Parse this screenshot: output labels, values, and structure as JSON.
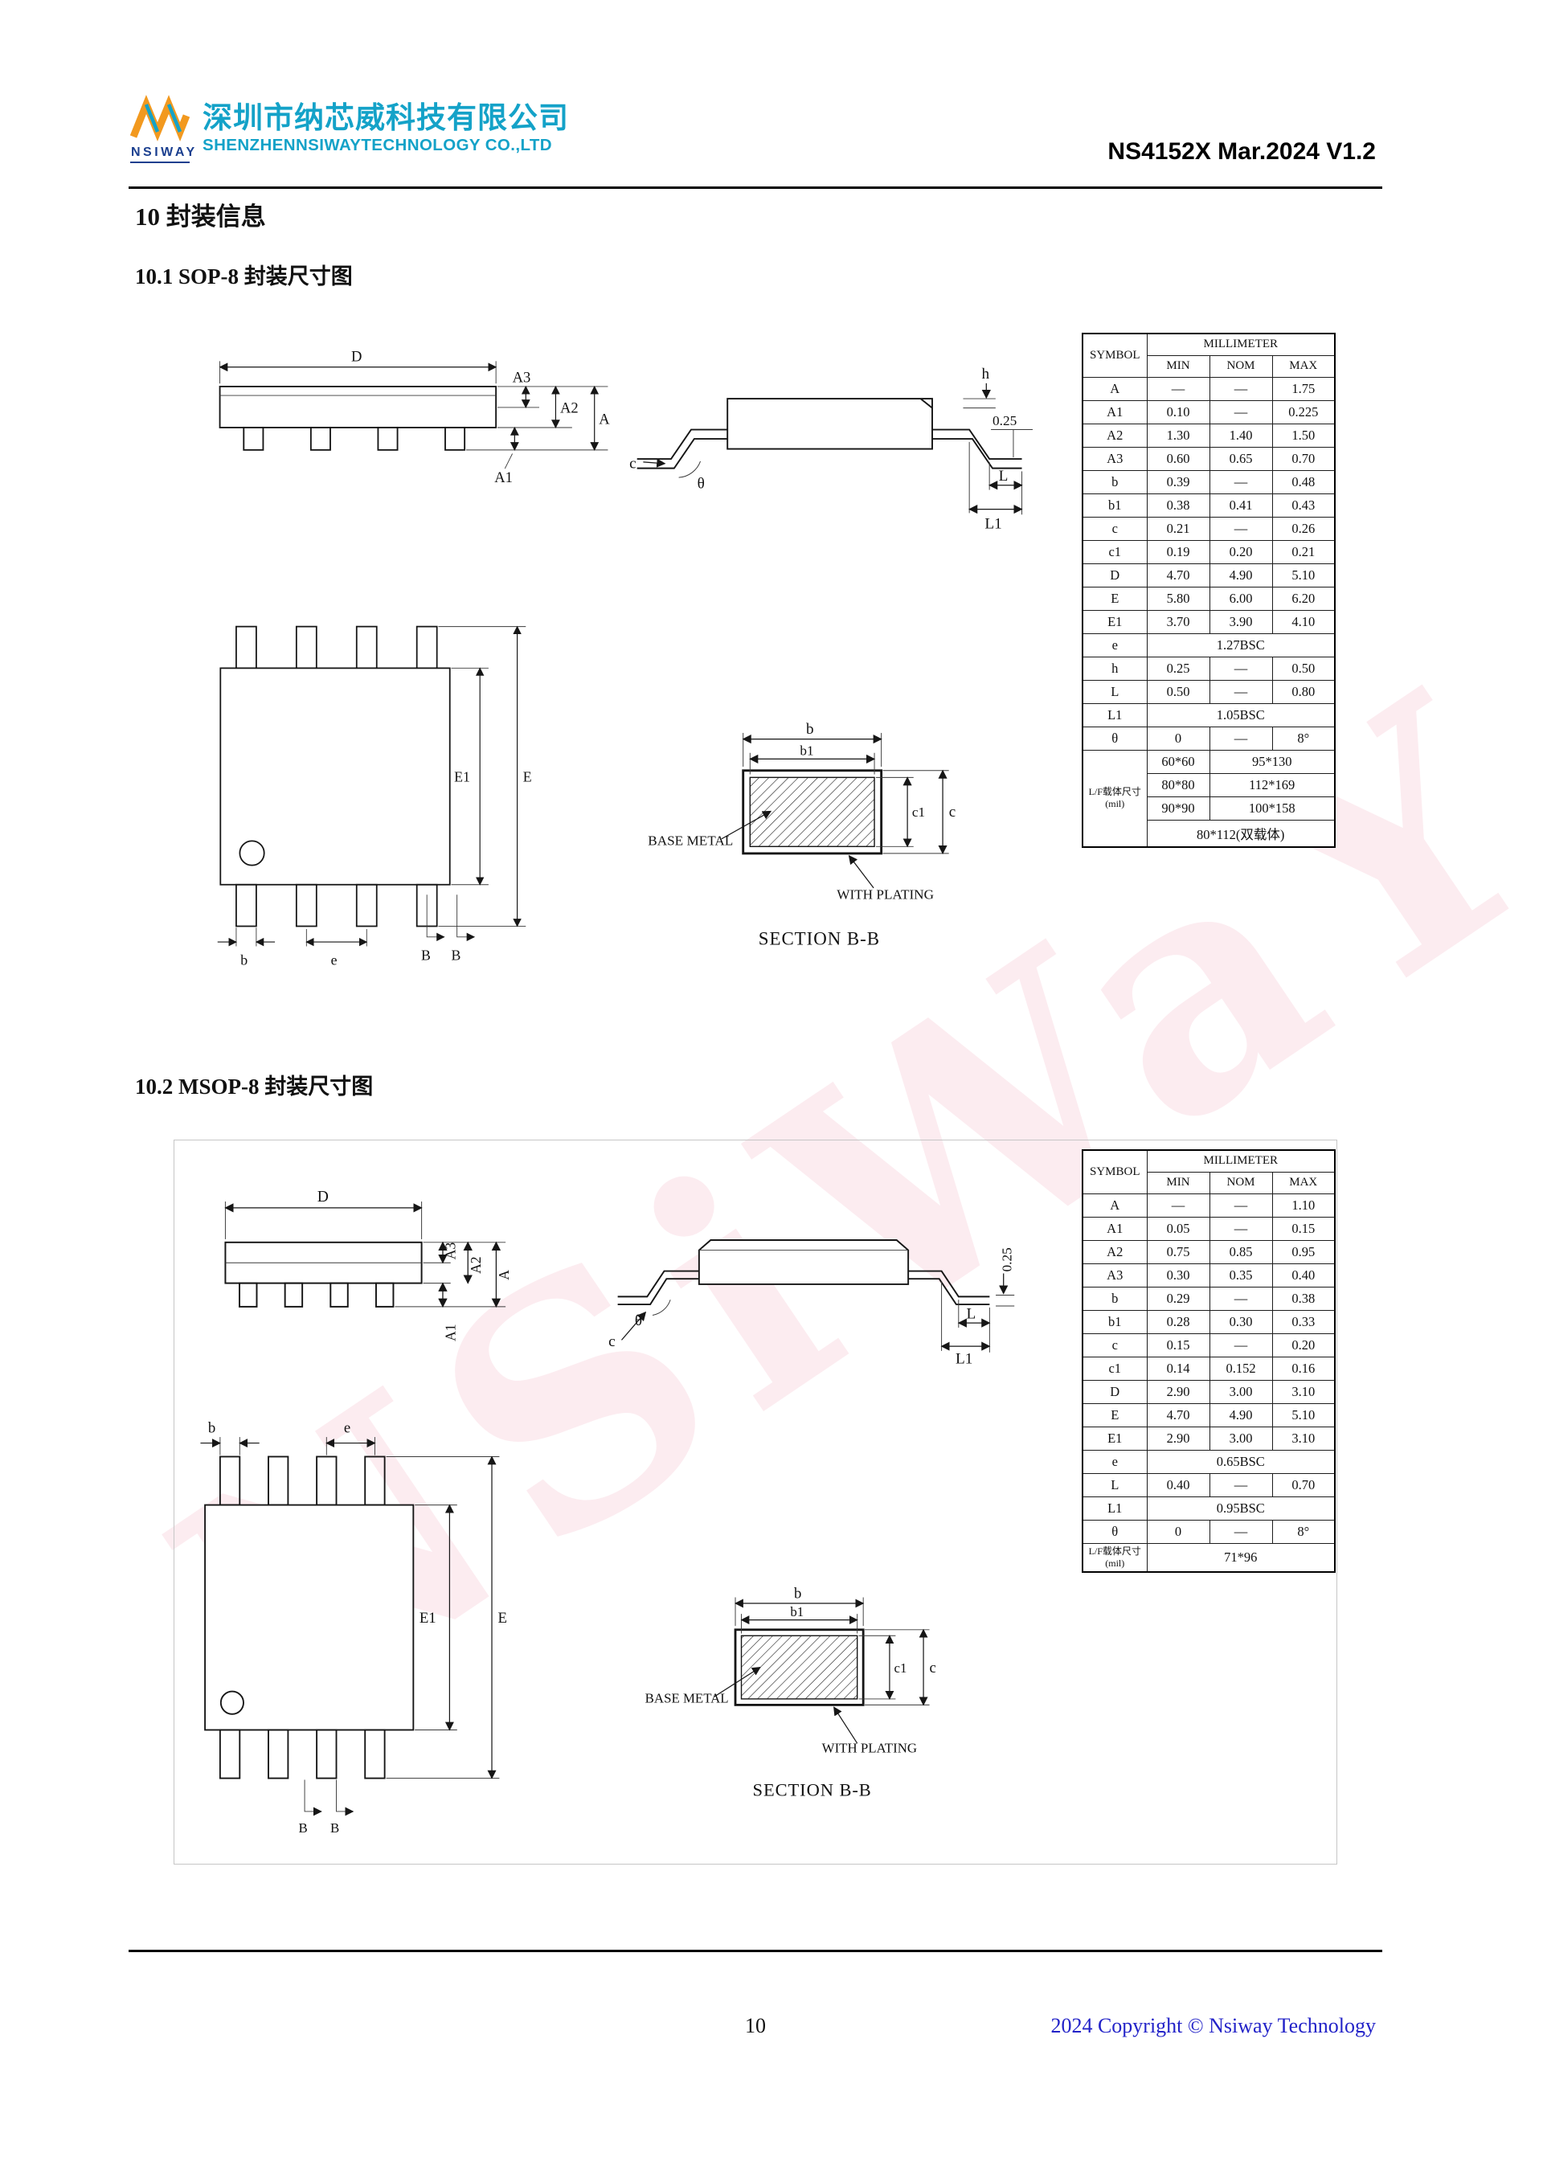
{
  "header": {
    "logo_text": "NSIWAY",
    "company_cn": "深圳市纳芯威科技有限公司",
    "company_en": "SHENZHENNSIWAYTECHNOLOGY CO.,LTD",
    "doc_ref": "NS4152X Mar.2024 V1.2"
  },
  "titles": {
    "section": "10 封装信息",
    "sop8": "10.1 SOP-8 封装尺寸图",
    "msop8": "10.2 MSOP-8 封装尺寸图"
  },
  "labels": {
    "D": "D",
    "A": "A",
    "A1": "A1",
    "A2": "A2",
    "A3": "A3",
    "b": "b",
    "b1": "b1",
    "c": "c",
    "c1": "c1",
    "e": "e",
    "E": "E",
    "E1": "E1",
    "h": "h",
    "L": "L",
    "L1": "L1",
    "theta": "θ",
    "dim025": "0.25",
    "B": "B",
    "base_metal": "BASE METAL",
    "with_plating": "WITH PLATING",
    "section_bb": "SECTION B-B"
  },
  "sop8": {
    "table": {
      "symbol_header": "SYMBOL",
      "unit_header": "MILLIMETER",
      "col_headers": [
        "MIN",
        "NOM",
        "MAX"
      ],
      "rows": [
        {
          "s": "A",
          "mn": "—",
          "no": "—",
          "mx": "1.75"
        },
        {
          "s": "A1",
          "mn": "0.10",
          "no": "—",
          "mx": "0.225"
        },
        {
          "s": "A2",
          "mn": "1.30",
          "no": "1.40",
          "mx": "1.50"
        },
        {
          "s": "A3",
          "mn": "0.60",
          "no": "0.65",
          "mx": "0.70"
        },
        {
          "s": "b",
          "mn": "0.39",
          "no": "—",
          "mx": "0.48"
        },
        {
          "s": "b1",
          "mn": "0.38",
          "no": "0.41",
          "mx": "0.43"
        },
        {
          "s": "c",
          "mn": "0.21",
          "no": "—",
          "mx": "0.26"
        },
        {
          "s": "c1",
          "mn": "0.19",
          "no": "0.20",
          "mx": "0.21"
        },
        {
          "s": "D",
          "mn": "4.70",
          "no": "4.90",
          "mx": "5.10"
        },
        {
          "s": "E",
          "mn": "5.80",
          "no": "6.00",
          "mx": "6.20"
        },
        {
          "s": "E1",
          "mn": "3.70",
          "no": "3.90",
          "mx": "4.10"
        },
        {
          "s": "e",
          "span": "1.27BSC"
        },
        {
          "s": "h",
          "mn": "0.25",
          "no": "—",
          "mx": "0.50"
        },
        {
          "s": "L",
          "mn": "0.50",
          "no": "—",
          "mx": "0.80"
        },
        {
          "s": "L1",
          "span": "1.05BSC"
        },
        {
          "s": "θ",
          "mn": "0",
          "no": "—",
          "mx": "8°"
        }
      ],
      "lf_label": "L/F载体尺寸",
      "lf_unit": "(mil)",
      "lf_rows": [
        [
          "60*60",
          "95*130"
        ],
        [
          "80*80",
          "112*169"
        ],
        [
          "90*90",
          "100*158"
        ]
      ],
      "lf_last": "80*112(双载体)"
    }
  },
  "msop8": {
    "table": {
      "symbol_header": "SYMBOL",
      "unit_header": "MILLIMETER",
      "col_headers": [
        "MIN",
        "NOM",
        "MAX"
      ],
      "rows": [
        {
          "s": "A",
          "mn": "—",
          "no": "—",
          "mx": "1.10"
        },
        {
          "s": "A1",
          "mn": "0.05",
          "no": "—",
          "mx": "0.15"
        },
        {
          "s": "A2",
          "mn": "0.75",
          "no": "0.85",
          "mx": "0.95"
        },
        {
          "s": "A3",
          "mn": "0.30",
          "no": "0.35",
          "mx": "0.40"
        },
        {
          "s": "b",
          "mn": "0.29",
          "no": "—",
          "mx": "0.38"
        },
        {
          "s": "b1",
          "mn": "0.28",
          "no": "0.30",
          "mx": "0.33"
        },
        {
          "s": "c",
          "mn": "0.15",
          "no": "—",
          "mx": "0.20"
        },
        {
          "s": "c1",
          "mn": "0.14",
          "no": "0.152",
          "mx": "0.16"
        },
        {
          "s": "D",
          "mn": "2.90",
          "no": "3.00",
          "mx": "3.10"
        },
        {
          "s": "E",
          "mn": "4.70",
          "no": "4.90",
          "mx": "5.10"
        },
        {
          "s": "E1",
          "mn": "2.90",
          "no": "3.00",
          "mx": "3.10"
        },
        {
          "s": "e",
          "span": "0.65BSC"
        },
        {
          "s": "L",
          "mn": "0.40",
          "no": "—",
          "mx": "0.70"
        },
        {
          "s": "L1",
          "span": "0.95BSC"
        },
        {
          "s": "θ",
          "mn": "0",
          "no": "—",
          "mx": "8°"
        }
      ],
      "lf_label": "L/F载体尺寸",
      "lf_unit": "(mil)",
      "lf_value": "71*96"
    }
  },
  "footer": {
    "page_number": "10",
    "copyright": "2024 Copyright © Nsiway Technology"
  },
  "watermark": "NSiWaY"
}
